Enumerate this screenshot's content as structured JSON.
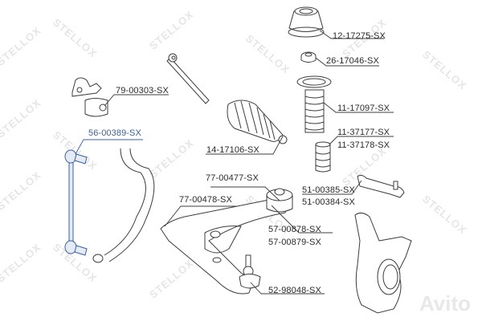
{
  "diagram": {
    "type": "exploded-parts-view",
    "subject": "Front suspension assembly",
    "watermark": "STELLOX",
    "overlay_brand": "Avito",
    "highlight_color": "#3a5fa8",
    "text_color": "#2a2a2a",
    "line_color": "#3c3c3c"
  },
  "labels": [
    {
      "id": "p1",
      "text": "12-17275-SX",
      "part": "strut mount",
      "highlight": false
    },
    {
      "id": "p2",
      "text": "26-17046-SX",
      "part": "strut bearing",
      "highlight": false
    },
    {
      "id": "p3",
      "text": "11-17097-SX",
      "part": "dust boot",
      "highlight": false
    },
    {
      "id": "p4",
      "text": "11-37177-SX",
      "part": "bump stop",
      "highlight": false
    },
    {
      "id": "p5",
      "text": "11-37178-SX",
      "part": "bump stop",
      "highlight": false
    },
    {
      "id": "p6",
      "text": "79-00303-SX",
      "part": "stabilizer bushing",
      "highlight": false
    },
    {
      "id": "p7",
      "text": "56-00389-SX",
      "part": "stabilizer link",
      "highlight": true
    },
    {
      "id": "p8",
      "text": "14-17106-SX",
      "part": "steering boot",
      "highlight": false
    },
    {
      "id": "p9",
      "text": "77-00477-SX",
      "part": "control arm bushing",
      "highlight": false
    },
    {
      "id": "p10",
      "text": "77-00478-SX",
      "part": "control arm bushing",
      "highlight": false
    },
    {
      "id": "p11",
      "text": "51-00385-SX",
      "part": "tie rod end",
      "highlight": false
    },
    {
      "id": "p12",
      "text": "51-00384-SX",
      "part": "tie rod end",
      "highlight": false
    },
    {
      "id": "p13",
      "text": "57-00878-SX",
      "part": "control arm",
      "highlight": false
    },
    {
      "id": "p14",
      "text": "57-00879-SX",
      "part": "control arm",
      "highlight": false
    },
    {
      "id": "p15",
      "text": "52-98048-SX",
      "part": "ball joint",
      "highlight": false
    }
  ]
}
